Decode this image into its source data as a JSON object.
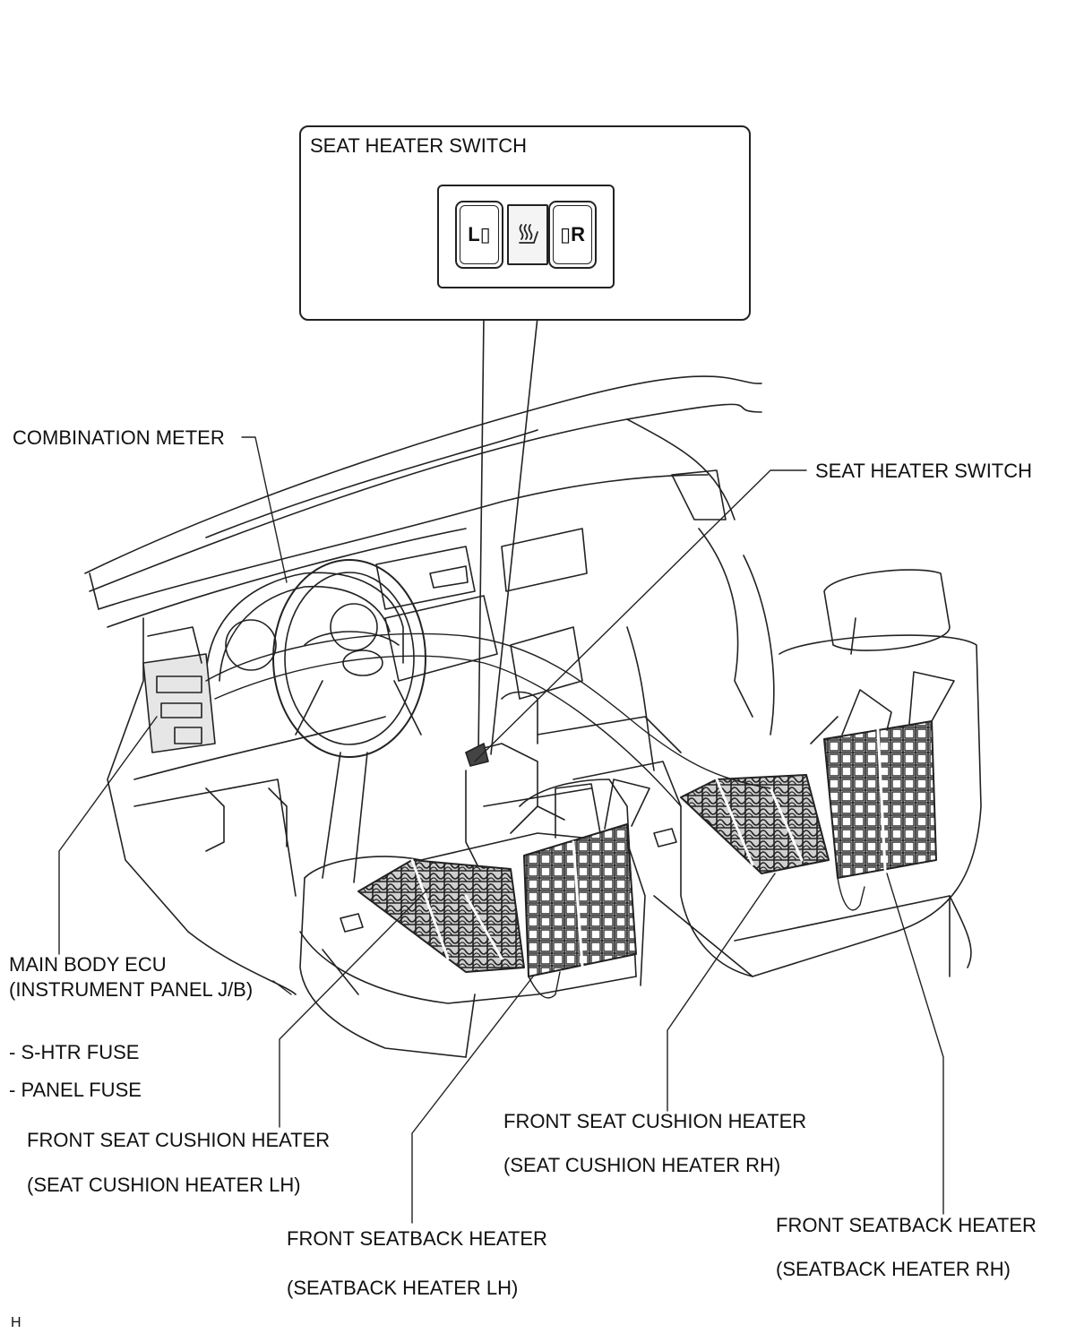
{
  "callout": {
    "title": "SEAT HEATER SWITCH",
    "left_button": "L▯",
    "right_button": "▯R",
    "center_icon": "seat-heater-icon"
  },
  "labels": {
    "combination_meter": "COMBINATION METER",
    "seat_heater_switch": "SEAT HEATER SWITCH",
    "main_body_ecu": "MAIN BODY ECU",
    "instrument_panel_jb": "(INSTRUMENT PANEL J/B)",
    "s_htr_fuse": "- S-HTR FUSE",
    "panel_fuse": "- PANEL FUSE",
    "front_seat_cushion_heater_lh": "FRONT SEAT CUSHION HEATER",
    "seat_cushion_heater_lh": "(SEAT CUSHION HEATER LH)",
    "front_seatback_heater_lh": "FRONT SEATBACK HEATER",
    "seatback_heater_lh": "(SEATBACK HEATER LH)",
    "front_seat_cushion_heater_rh": "FRONT SEAT CUSHION HEATER",
    "seat_cushion_heater_rh": "(SEAT CUSHION HEATER RH)",
    "front_seatback_heater_rh": "FRONT SEATBACK HEATER",
    "seatback_heater_rh": "(SEATBACK HEATER RH)",
    "corner_mark": "H"
  }
}
